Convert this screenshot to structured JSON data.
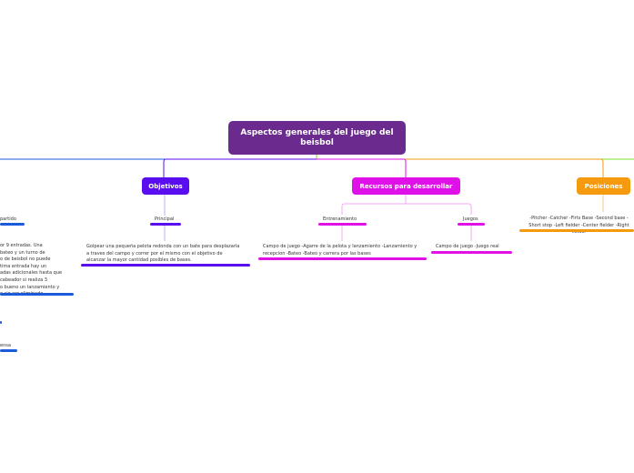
{
  "root": {
    "title": "Aspectos generales del juego del beisbol"
  },
  "branches": {
    "objetivos": {
      "label": "Objetivos",
      "color": "#5a0ef0"
    },
    "recursos": {
      "label": "Recursos para desarrollar",
      "color": "#e010e8"
    },
    "posiciones": {
      "label": "Posiciones",
      "color": "#f5990f"
    },
    "left_branch": {
      "color": "#1a5bdc"
    },
    "right_branch": {
      "color": "#7ee02a"
    }
  },
  "subtopics": {
    "left_partido": "partido",
    "principal": "Principal",
    "entrenamiento": "Entrenamiento",
    "juegos": "Juegos"
  },
  "texts": {
    "left_rules": [
      "or 9 entradas. Una",
      " bateo y un turno de",
      "o de beisbol no puede",
      "tima entrada hay un",
      "adas adicionales hasta que",
      "cabeador si realiza 3",
      "o bueno un lanzamiento y",
      "e sin ser eliminado."
    ],
    "left_defensa": "ensa",
    "principal_desc": "Golpear una pequeña pelota redonda con un bate para desplazarla a traves del campo y correr por el mismo con el objetivo de alcanzar la mayor cantidad posibles de bases.",
    "entrenamiento_desc": "Campo de juego -Agarre de la pelota y lanzamiento -Lanzamiento y recepcion -Bateo -Bateo y carrera por las bases",
    "juegos_desc": "Campo de juego -Juego real",
    "posiciones_desc": "-Pitcher -Catcher -Firts Base -Second base -Short stop -Left fielder -Center fielder -Right fielder"
  }
}
